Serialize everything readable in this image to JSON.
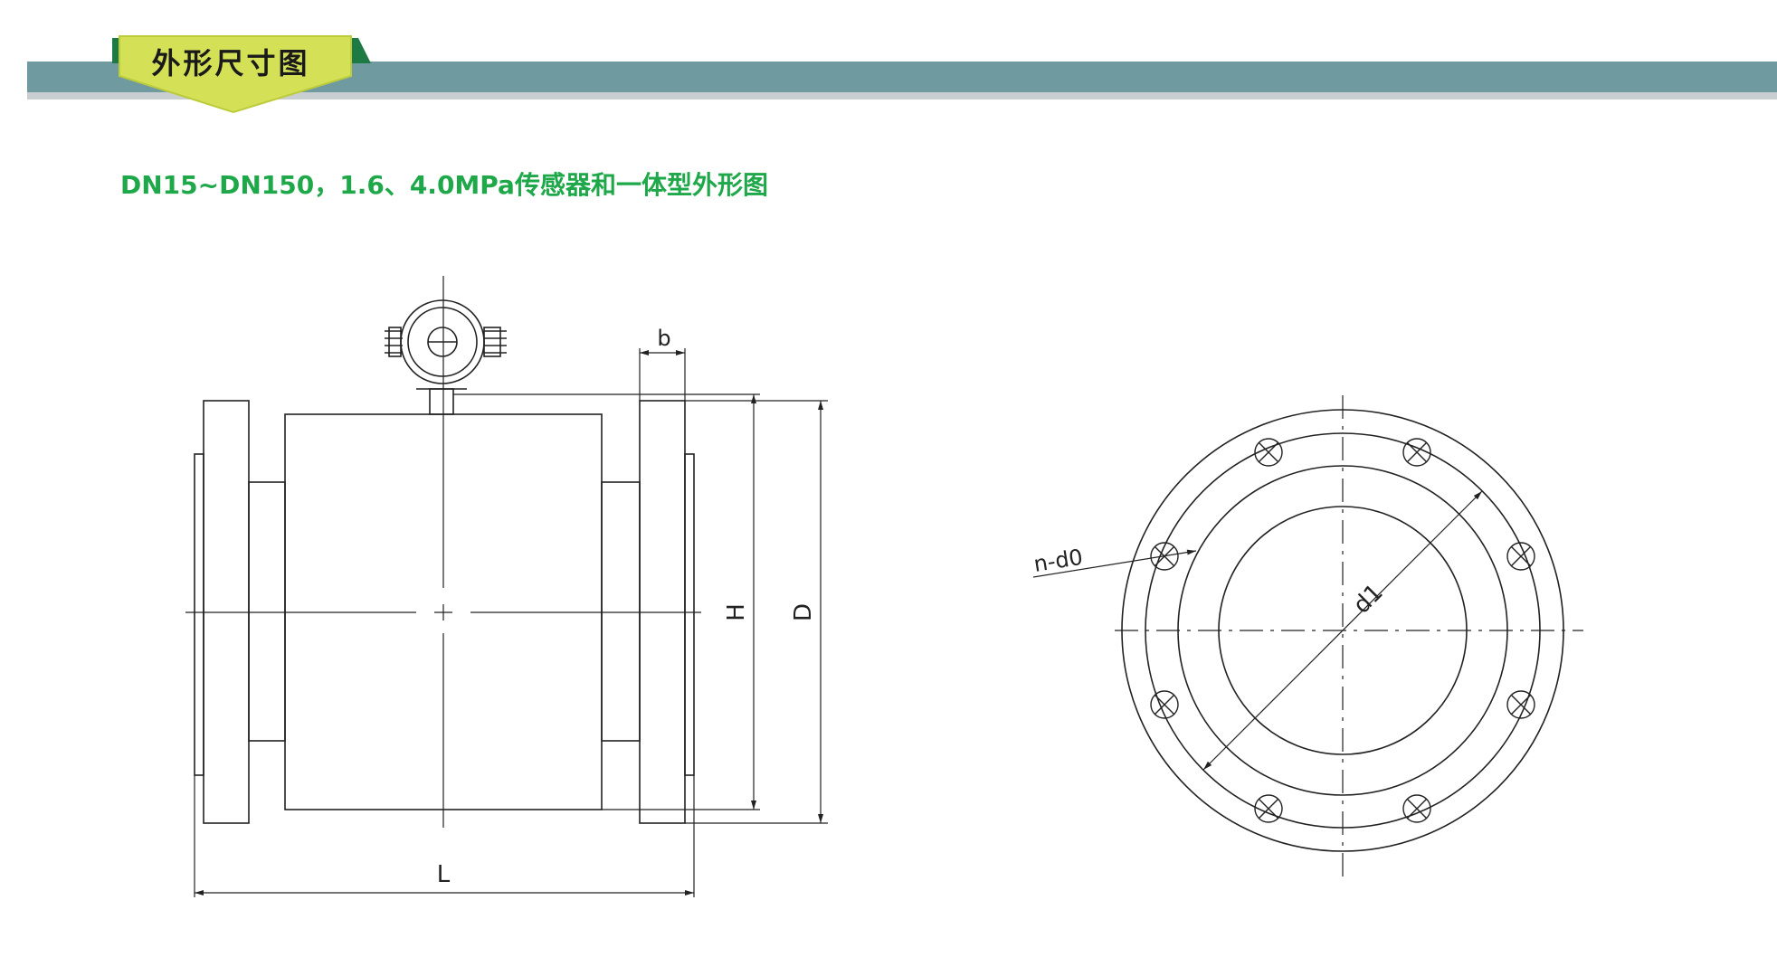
{
  "header": {
    "badge_title": "外形尺寸图",
    "band_color": "#6f9aa0",
    "badge_color": "#d4e157",
    "badge_edge_color": "#1d7a45"
  },
  "subtitle": "DN15~DN150，1.6、4.0MPa传感器和一体型外形图",
  "subtitle_color": "#1fa84a",
  "diagram": {
    "side_view": {
      "dim_b": "b",
      "dim_H": "H",
      "dim_D": "D",
      "dim_L": "L"
    },
    "flange_view": {
      "label_bolt_holes": "n-d0",
      "label_bolt_circle": "d1"
    }
  }
}
